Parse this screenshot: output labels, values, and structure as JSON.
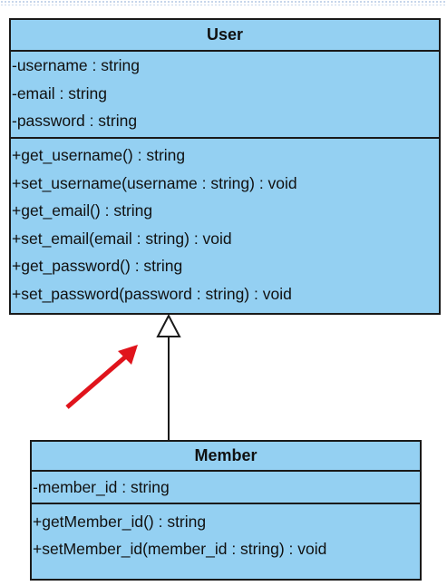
{
  "diagram": {
    "classes": [
      {
        "id": "user",
        "name": "User",
        "attributes": [
          "-username : string",
          "-email : string",
          "-password : string"
        ],
        "methods": [
          "+get_username() : string",
          "+set_username(username : string) : void",
          "+get_email() : string",
          "+set_email(email : string) : void",
          "+get_password() : string",
          "+set_password(password : string) : void"
        ]
      },
      {
        "id": "member",
        "name": "Member",
        "attributes": [
          "-member_id : string"
        ],
        "methods": [
          "+getMember_id() : string",
          "+setMember_id(member_id : string) : void"
        ]
      }
    ],
    "relations": [
      {
        "type": "generalization",
        "from": "Member",
        "to": "User"
      }
    ]
  },
  "colors": {
    "class_fill": "#94d0f2",
    "class_border": "#1a1a1a",
    "annotation_arrow": "#e0141c"
  }
}
